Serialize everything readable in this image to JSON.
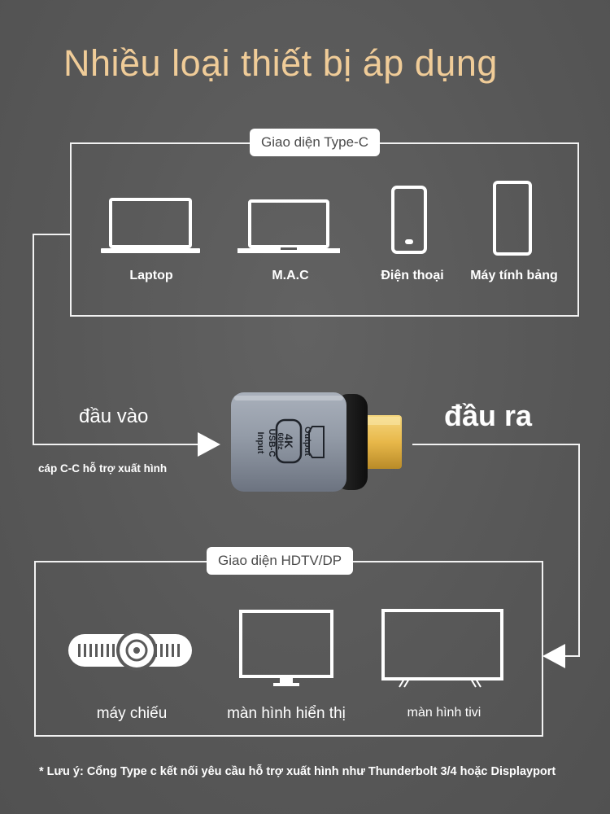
{
  "title": "Nhiều loại thiết bị áp dụng",
  "typec_section": {
    "label": "Giao diện Type-C",
    "devices": [
      {
        "label": "Laptop",
        "icon": "laptop-icon"
      },
      {
        "label": "M.A.C",
        "icon": "macbook-icon"
      },
      {
        "label": "Điện thoại",
        "icon": "phone-icon"
      },
      {
        "label": "Máy tính bảng",
        "icon": "tablet-icon"
      }
    ]
  },
  "input": {
    "label": "đầu vào",
    "sublabel": "cáp C-C hỗ trợ xuất hình"
  },
  "output": {
    "label": "đầu ra"
  },
  "adapter": {
    "port_in_text": "USB-C Input",
    "port_in_line1": "USB-C",
    "port_in_line2": "Input",
    "badge_line1": "4K",
    "badge_line2": "60Hz",
    "port_out_text": "Output",
    "icon": "usb-c-to-hdmi-adapter-icon"
  },
  "hdtv_section": {
    "label": "Giao diện HDTV/DP",
    "devices": [
      {
        "label": "máy chiếu",
        "icon": "projector-icon"
      },
      {
        "label": "màn hình hiển thị",
        "icon": "monitor-icon"
      },
      {
        "label": "màn hình tivi",
        "icon": "tv-icon"
      }
    ]
  },
  "note": "* Lưu ý: Cổng Type c kết nối yêu cầu hỗ trợ xuất hình như Thunderbolt 3/4 hoặc Displayport",
  "colors": {
    "background": "#5a5a5a",
    "title": "#f0cc98",
    "lines": "#f2f2f2",
    "gold": "#e8b84a"
  }
}
